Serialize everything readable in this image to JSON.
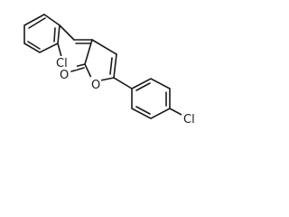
{
  "molecule": {
    "atoms": {
      "chlorine_top": "Cl",
      "carbonyl_oxygen": "O",
      "ring_oxygen": "O",
      "chlorine_right": "Cl"
    }
  }
}
